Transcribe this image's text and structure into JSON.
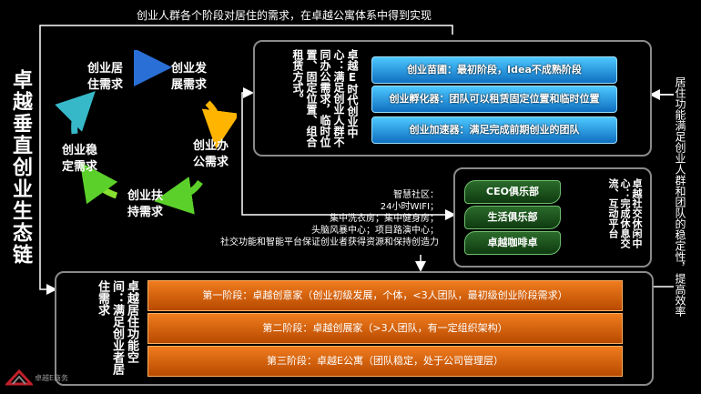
{
  "top_caption": "创业人群各个阶段对居住的需求，在卓越公寓体系中得到实现",
  "left_title": "卓越垂直创业生态链",
  "right_caption": "居住功能满足创业人群和团队的稳定性，提高效率",
  "cycle": {
    "items": [
      "创业居住需求",
      "创业发展需求",
      "创业办公需求",
      "创业扶持需求",
      "创业稳定需求"
    ],
    "colors": [
      "#2a6fd6",
      "#ffb400",
      "#5bd02a",
      "#37b8c8"
    ]
  },
  "top_box": {
    "description": "卓越E时代创业中心：满足创业人群不同办公需求，临时位置、固定位置、组合租赁方式。",
    "bars": [
      "创业苗圃：最初阶段，Idea不成熟阶段",
      "创业孵化器：团队可以租赁固定位置和临时位置",
      "创业加速器：满足完成前期创业的团队"
    ]
  },
  "community": {
    "lines": [
      "智慧社区：",
      "24小时WIFI；",
      "集中洗衣房；集中健身房；",
      "头脑风暴中心；项目路演中心；",
      "社交功能和智能平台保证创业者获得资源和保持创造力"
    ]
  },
  "club_box": {
    "clubs": [
      "CEO俱乐部",
      "生活俱乐部",
      "卓越咖啡卓"
    ],
    "description": "卓越社交休闲中心：完成休息交流、互动平台"
  },
  "bottom_box": {
    "description": "卓越居住功能空间：满足创业者居住需求",
    "stages": [
      "第一阶段：卓越创意家（创业初级发展，个体，<3人团队，最初级创业阶段需求）",
      "第二阶段：卓越创展家（>3人团队，有一定组织架构）",
      "第三阶段：卓越E公寓（团队稳定，处于公司管理层）"
    ]
  },
  "logo_text": "卓越E商务"
}
